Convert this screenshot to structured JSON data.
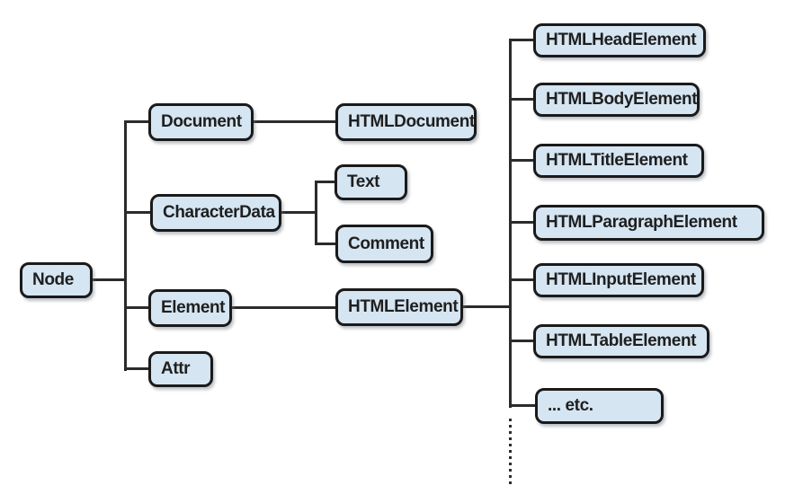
{
  "diagram": {
    "colors": {
      "box_fill": "#d5e5f2",
      "box_border": "#1a1a1a",
      "line": "#2b2b2b",
      "text": "#1f1f1f",
      "background": "#ffffff"
    },
    "nodes": [
      {
        "id": "node",
        "label": "Node",
        "parent": null
      },
      {
        "id": "document",
        "label": "Document",
        "parent": "node"
      },
      {
        "id": "htmldocument",
        "label": "HTMLDocument",
        "parent": "document"
      },
      {
        "id": "characterdata",
        "label": "CharacterData",
        "parent": "node"
      },
      {
        "id": "text",
        "label": "Text",
        "parent": "characterdata"
      },
      {
        "id": "comment",
        "label": "Comment",
        "parent": "characterdata"
      },
      {
        "id": "element",
        "label": "Element",
        "parent": "node"
      },
      {
        "id": "htmlelement",
        "label": "HTMLElement",
        "parent": "element"
      },
      {
        "id": "attr",
        "label": "Attr",
        "parent": "node"
      },
      {
        "id": "htmlheadelement",
        "label": "HTMLHeadElement",
        "parent": "htmlelement"
      },
      {
        "id": "htmlbodyelement",
        "label": "HTMLBodyElement",
        "parent": "htmlelement"
      },
      {
        "id": "htmltitleelement",
        "label": "HTMLTitleElement",
        "parent": "htmlelement"
      },
      {
        "id": "htmlparagraphelement",
        "label": "HTMLParagraphElement",
        "parent": "htmlelement"
      },
      {
        "id": "htmlinputelement",
        "label": "HTMLInputElement",
        "parent": "htmlelement"
      },
      {
        "id": "htmltableelement",
        "label": "HTMLTableElement",
        "parent": "htmlelement"
      },
      {
        "id": "etc",
        "label": "... etc.",
        "parent": "htmlelement"
      }
    ]
  }
}
